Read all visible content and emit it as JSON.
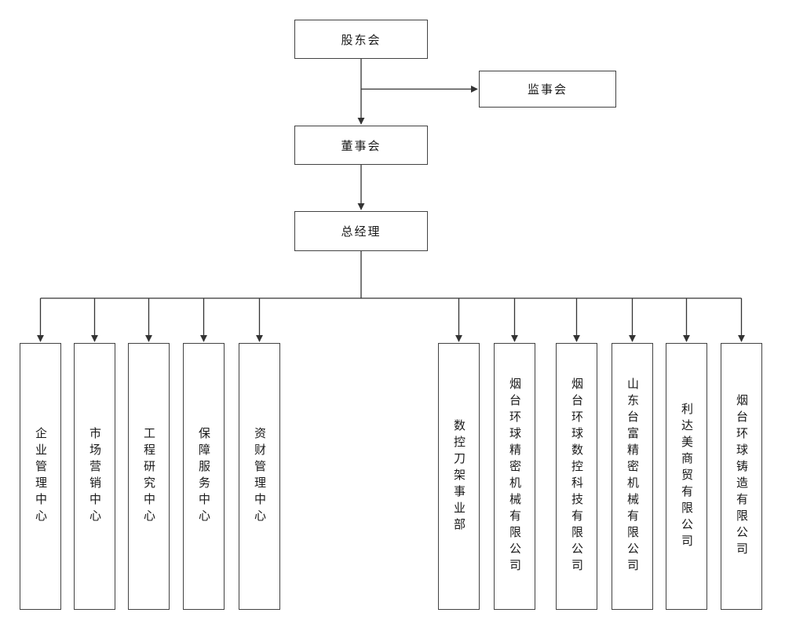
{
  "diagram": {
    "type": "org-chart",
    "background_color": "#ffffff",
    "line_color": "#333333",
    "box_border_color": "#424242"
  },
  "nodes": {
    "shareholders": "股东会",
    "supervisory_board": "监事会",
    "board_of_directors": "董事会",
    "general_manager": "总经理"
  },
  "units": [
    {
      "label": "企业管理中心"
    },
    {
      "label": "市场营销中心"
    },
    {
      "label": "工程研究中心"
    },
    {
      "label": "保障服务中心"
    },
    {
      "label": "资财管理中心"
    },
    {
      "label": "数控刀架事业部"
    },
    {
      "label": "烟台环球精密机械有限公司"
    },
    {
      "label": "烟台环球数控科技有限公司"
    },
    {
      "label": "山东台富精密机械有限公司"
    },
    {
      "label": "利达美商贸有限公司"
    },
    {
      "label": "烟台环球铸造有限公司"
    }
  ],
  "edges": [
    {
      "from": "股东会",
      "to": "监事会"
    },
    {
      "from": "股东会",
      "to": "董事会"
    },
    {
      "from": "董事会",
      "to": "总经理"
    },
    {
      "from": "总经理",
      "to": "企业管理中心"
    },
    {
      "from": "总经理",
      "to": "市场营销中心"
    },
    {
      "from": "总经理",
      "to": "工程研究中心"
    },
    {
      "from": "总经理",
      "to": "保障服务中心"
    },
    {
      "from": "总经理",
      "to": "资财管理中心"
    },
    {
      "from": "总经理",
      "to": "数控刀架事业部"
    },
    {
      "from": "总经理",
      "to": "烟台环球精密机械有限公司"
    },
    {
      "from": "总经理",
      "to": "烟台环球数控科技有限公司"
    },
    {
      "from": "总经理",
      "to": "山东台富精密机械有限公司"
    },
    {
      "from": "总经理",
      "to": "利达美商贸有限公司"
    },
    {
      "from": "总经理",
      "to": "烟台环球铸造有限公司"
    }
  ]
}
